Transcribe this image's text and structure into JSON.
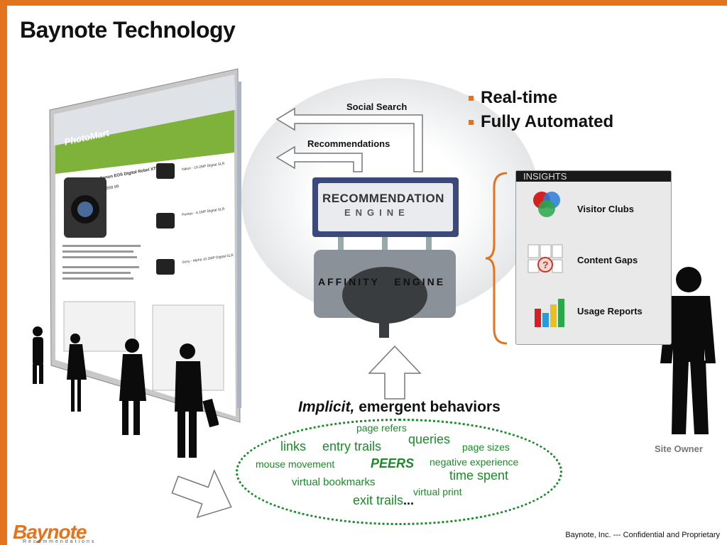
{
  "slide_title": "Baynote Technology",
  "arrows": {
    "social_search": "Social Search",
    "recommendations": "Recommendations"
  },
  "engine": {
    "recommendation_line1": "RECOMMENDATION",
    "recommendation_line2": "ENGINE",
    "affinity": "AFFINITY   ENGINE"
  },
  "bullets": [
    "Real-time",
    "Fully Automated"
  ],
  "insights": {
    "header": "INSIGHTS",
    "items": [
      "Visitor Clubs",
      "Content Gaps",
      "Usage Reports"
    ]
  },
  "browser": {
    "store_name": "PhotoMart",
    "product_title": "Canon EOS Digital Rebel XTi",
    "price": "$899.99",
    "side_products": [
      "Nikon - 10.2MP Digital SLR",
      "Pentax - 6.1MP Digital SLR",
      "Sony - Alpha 10.2MP Digital SLR"
    ]
  },
  "behaviors": {
    "heading_italic": "Implicit,",
    "heading_rest": " emergent behaviors",
    "page_refers": "page refers",
    "queries": "queries",
    "links": "links",
    "entry_trails": "entry trails",
    "page_sizes": "page sizes",
    "mouse_movement": "mouse movement",
    "peers": "PEERS",
    "negative_experience": "negative experience",
    "time_spent": "time spent",
    "virtual_bookmarks": "virtual bookmarks",
    "virtual_print": "virtual print",
    "exit_trails": "exit trails",
    "ellipsis": "..."
  },
  "site_owner": "Site Owner",
  "footer": "Baynote, Inc. --- Confidential and Proprietary",
  "logo": {
    "main": "Baynote",
    "sub": "Recommendations"
  },
  "colors": {
    "accent": "#e2731f",
    "green": "#1c8a2a"
  }
}
